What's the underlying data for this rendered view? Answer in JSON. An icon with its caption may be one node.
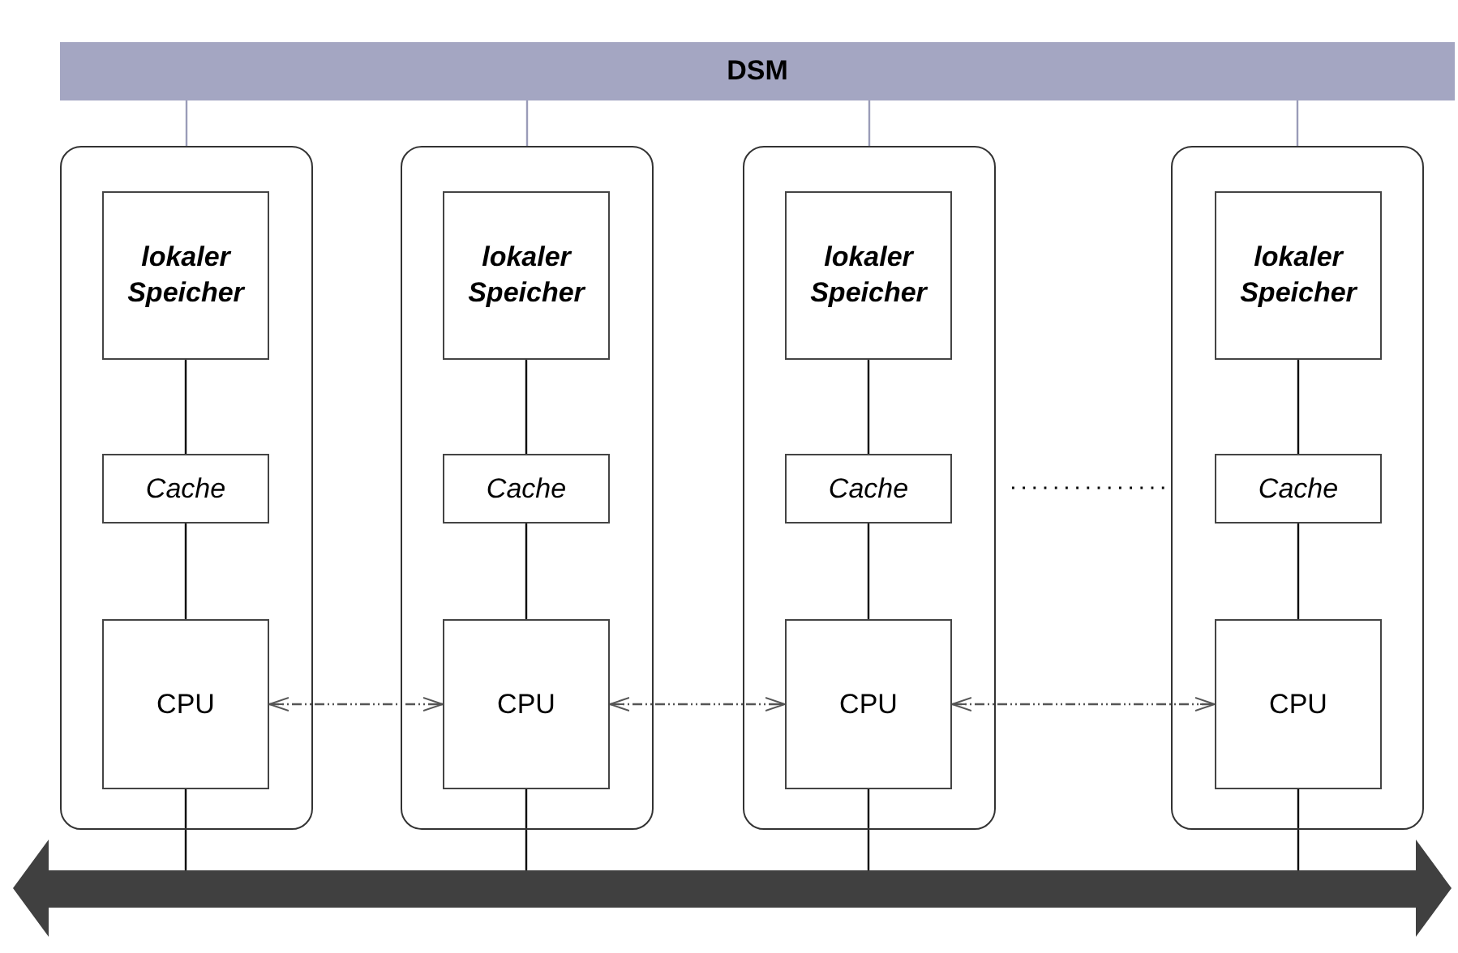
{
  "diagram": {
    "nodes": [
      {
        "text": [
          "DSM"
        ]
      },
      {
        "text": [],
        "shape": "box"
      },
      {
        "text": [
          "lokaler Speicher"
        ],
        "in": 1
      },
      {
        "text": [
          "Cache"
        ],
        "in": 1
      },
      {
        "text": [
          "CPU"
        ],
        "in": 1
      },
      {
        "text": [],
        "shape": "box"
      },
      {
        "text": [
          "lokaler Speicher"
        ],
        "in": 5
      },
      {
        "text": [
          "Cache"
        ],
        "in": 5
      },
      {
        "text": [
          "CPU"
        ],
        "in": 5
      },
      {
        "text": [],
        "shape": "box"
      },
      {
        "text": [
          "lokaler Speicher"
        ],
        "in": 9
      },
      {
        "text": [
          "Cache"
        ],
        "in": 9
      },
      {
        "text": [
          "CPU"
        ],
        "in": 9
      },
      {
        "text": [],
        "shape": "box"
      },
      {
        "text": [
          "lokaler Speicher"
        ],
        "in": 13
      },
      {
        "text": [
          "Cache"
        ],
        "in": 13
      },
      {
        "text": [
          "CPU"
        ],
        "in": 13
      },
      {
        "text": [],
        "shape": "bar"
      }
    ],
    "edges": [
      {
        "from": 0,
        "to": 1,
        "arrow": "none",
        "color": "#9a9cb8"
      },
      {
        "from": 0,
        "to": 5,
        "arrow": "none",
        "color": "#9a9cb8"
      },
      {
        "from": 0,
        "to": 9,
        "arrow": "none",
        "color": "#9a9cb8"
      },
      {
        "from": 0,
        "to": 13,
        "arrow": "none",
        "color": "#9a9cb8"
      },
      {
        "from": 2,
        "to": 3,
        "arrow": "none"
      },
      {
        "from": 3,
        "to": 4,
        "arrow": "none"
      },
      {
        "from": 4,
        "to": 17,
        "arrow": "none"
      },
      {
        "from": 6,
        "to": 7,
        "arrow": "none"
      },
      {
        "from": 7,
        "to": 8,
        "arrow": "none"
      },
      {
        "from": 8,
        "to": 17,
        "arrow": "none"
      },
      {
        "from": 10,
        "to": 11,
        "arrow": "none"
      },
      {
        "from": 11,
        "to": 12,
        "arrow": "none"
      },
      {
        "from": 12,
        "to": 17,
        "arrow": "none"
      },
      {
        "from": 14,
        "to": 15,
        "arrow": "none"
      },
      {
        "from": 15,
        "to": 16,
        "arrow": "none"
      },
      {
        "from": 16,
        "to": 17,
        "arrow": "none"
      },
      {
        "from": 4,
        "to": 8,
        "arrow": "both",
        "style": "dashed"
      },
      {
        "from": 8,
        "to": 12,
        "arrow": "both",
        "style": "dashed"
      },
      {
        "from": 12,
        "to": 16,
        "arrow": "both",
        "style": "dashed"
      }
    ]
  }
}
